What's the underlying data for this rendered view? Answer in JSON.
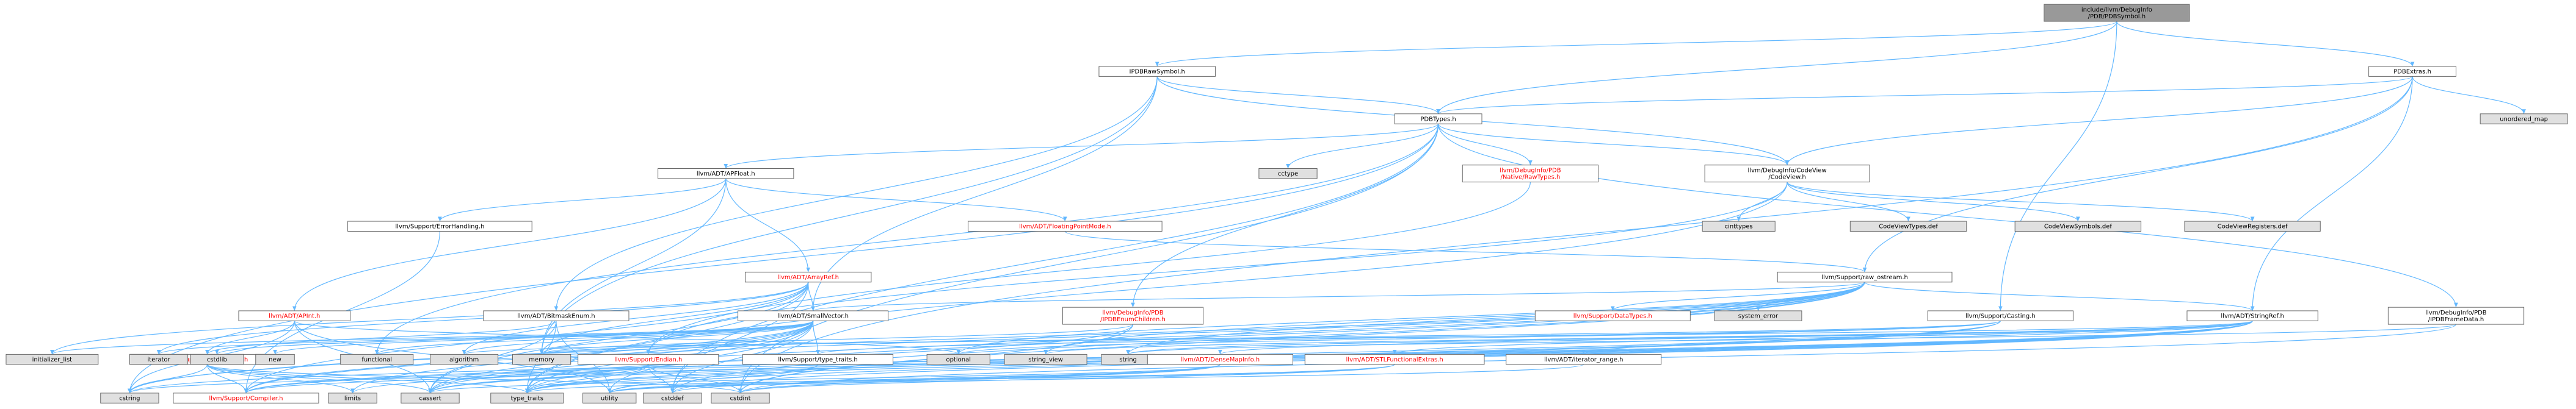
{
  "colors": {
    "edge": "#63b8ff",
    "root_fill": "#999999",
    "normal_fill": "#ffffff",
    "system_fill": "#e0e0e0",
    "red_text": "#ff0000",
    "black_text": "#000000"
  },
  "nodes": [
    {
      "id": "root",
      "label": "include/llvm/DebugInfo\n/PDB/PDBSymbol.h",
      "kind": "root"
    },
    {
      "id": "IPDBRawSymbol",
      "label": "IPDBRawSymbol.h",
      "kind": "normal"
    },
    {
      "id": "PDBExtras",
      "label": "PDBExtras.h",
      "kind": "normal"
    },
    {
      "id": "PDBTypes",
      "label": "PDBTypes.h",
      "kind": "normal"
    },
    {
      "id": "unordered_map",
      "label": "unordered_map",
      "kind": "system"
    },
    {
      "id": "APFloat",
      "label": "llvm/ADT/APFloat.h",
      "kind": "normal"
    },
    {
      "id": "cctype",
      "label": "cctype",
      "kind": "system"
    },
    {
      "id": "NativeRawTypes",
      "label": "llvm/DebugInfo/PDB\n/Native/RawTypes.h",
      "kind": "red"
    },
    {
      "id": "CodeView",
      "label": "llvm/DebugInfo/CodeView\n/CodeView.h",
      "kind": "normal"
    },
    {
      "id": "FloatingPointMode",
      "label": "llvm/ADT/FloatingPointMode.h",
      "kind": "red"
    },
    {
      "id": "cinttypes",
      "label": "cinttypes",
      "kind": "system"
    },
    {
      "id": "CodeViewTypes",
      "label": "CodeViewTypes.def",
      "kind": "system"
    },
    {
      "id": "CodeViewSymbols",
      "label": "CodeViewSymbols.def",
      "kind": "system"
    },
    {
      "id": "CodeViewRegisters",
      "label": "CodeViewRegisters.def",
      "kind": "system"
    },
    {
      "id": "ErrorHandling",
      "label": "llvm/Support/ErrorHandling.h",
      "kind": "normal"
    },
    {
      "id": "ArrayRef",
      "label": "llvm/ADT/ArrayRef.h",
      "kind": "red"
    },
    {
      "id": "raw_ostream",
      "label": "llvm/Support/raw_ostream.h",
      "kind": "normal"
    },
    {
      "id": "APInt",
      "label": "llvm/ADT/APInt.h",
      "kind": "red"
    },
    {
      "id": "BitmaskEnum",
      "label": "llvm/ADT/BitmaskEnum.h",
      "kind": "normal"
    },
    {
      "id": "SmallVector",
      "label": "llvm/ADT/SmallVector.h",
      "kind": "normal"
    },
    {
      "id": "IPDBEnumChildren",
      "label": "llvm/DebugInfo/PDB\n/IPDBEnumChildren.h",
      "kind": "red"
    },
    {
      "id": "DataTypes",
      "label": "llvm/Support/DataTypes.h",
      "kind": "red"
    },
    {
      "id": "system_error",
      "label": "system_error",
      "kind": "system"
    },
    {
      "id": "Casting",
      "label": "llvm/Support/Casting.h",
      "kind": "normal"
    },
    {
      "id": "StringRef",
      "label": "llvm/ADT/StringRef.h",
      "kind": "normal"
    },
    {
      "id": "IPDBFrameData",
      "label": "llvm/DebugInfo/PDB\n/IPDBFrameData.h",
      "kind": "normal"
    },
    {
      "id": "MathExtras",
      "label": "llvm/Support/MathExtras.h",
      "kind": "red"
    },
    {
      "id": "initializer_list",
      "label": "initializer_list",
      "kind": "system"
    },
    {
      "id": "iterator",
      "label": "iterator",
      "kind": "system"
    },
    {
      "id": "cstdlib",
      "label": "cstdlib",
      "kind": "system"
    },
    {
      "id": "new",
      "label": "new",
      "kind": "system"
    },
    {
      "id": "functional",
      "label": "functional",
      "kind": "system"
    },
    {
      "id": "algorithm",
      "label": "algorithm",
      "kind": "system"
    },
    {
      "id": "memory",
      "label": "memory",
      "kind": "system"
    },
    {
      "id": "Endian",
      "label": "llvm/Support/Endian.h",
      "kind": "red"
    },
    {
      "id": "type_traits_h",
      "label": "llvm/Support/type_traits.h",
      "kind": "normal"
    },
    {
      "id": "optional",
      "label": "optional",
      "kind": "system"
    },
    {
      "id": "string_view",
      "label": "string_view",
      "kind": "system"
    },
    {
      "id": "string",
      "label": "string",
      "kind": "system"
    },
    {
      "id": "DenseMapInfo",
      "label": "llvm/ADT/DenseMapInfo.h",
      "kind": "red"
    },
    {
      "id": "STLFunctionalExtras",
      "label": "llvm/ADT/STLFunctionalExtras.h",
      "kind": "red"
    },
    {
      "id": "iterator_range",
      "label": "llvm/ADT/iterator_range.h",
      "kind": "normal"
    },
    {
      "id": "cstring",
      "label": "cstring",
      "kind": "system"
    },
    {
      "id": "Compiler",
      "label": "llvm/Support/Compiler.h",
      "kind": "red"
    },
    {
      "id": "limits",
      "label": "limits",
      "kind": "system"
    },
    {
      "id": "cassert",
      "label": "cassert",
      "kind": "system"
    },
    {
      "id": "type_traits",
      "label": "type_traits",
      "kind": "system"
    },
    {
      "id": "utility",
      "label": "utility",
      "kind": "system"
    },
    {
      "id": "cstddef",
      "label": "cstddef",
      "kind": "system"
    },
    {
      "id": "cstdint",
      "label": "cstdint",
      "kind": "system"
    }
  ],
  "edges": [
    [
      "root",
      "IPDBRawSymbol"
    ],
    [
      "root",
      "PDBExtras"
    ],
    [
      "root",
      "PDBTypes"
    ],
    [
      "root",
      "Casting"
    ],
    [
      "IPDBRawSymbol",
      "PDBTypes"
    ],
    [
      "IPDBRawSymbol",
      "CodeView"
    ],
    [
      "IPDBRawSymbol",
      "BitmaskEnum"
    ],
    [
      "IPDBRawSymbol",
      "SmallVector"
    ],
    [
      "IPDBRawSymbol",
      "memory"
    ],
    [
      "PDBExtras",
      "PDBTypes"
    ],
    [
      "PDBExtras",
      "CodeView"
    ],
    [
      "PDBExtras",
      "raw_ostream"
    ],
    [
      "PDBExtras",
      "StringRef"
    ],
    [
      "PDBExtras",
      "unordered_map"
    ],
    [
      "PDBExtras",
      "cstdint"
    ],
    [
      "PDBTypes",
      "APFloat"
    ],
    [
      "PDBTypes",
      "cctype"
    ],
    [
      "PDBTypes",
      "NativeRawTypes"
    ],
    [
      "PDBTypes",
      "CodeView"
    ],
    [
      "PDBTypes",
      "IPDBEnumChildren"
    ],
    [
      "PDBTypes",
      "IPDBFrameData"
    ],
    [
      "PDBTypes",
      "cstddef"
    ],
    [
      "PDBTypes",
      "cstdint"
    ],
    [
      "PDBTypes",
      "cstring"
    ],
    [
      "PDBTypes",
      "functional"
    ],
    [
      "CodeView",
      "cinttypes"
    ],
    [
      "CodeView",
      "CodeViewTypes"
    ],
    [
      "CodeView",
      "CodeViewSymbols"
    ],
    [
      "CodeView",
      "CodeViewRegisters"
    ],
    [
      "CodeView",
      "Endian"
    ],
    [
      "CodeView",
      "type_traits"
    ],
    [
      "NativeRawTypes",
      "Endian"
    ],
    [
      "APFloat",
      "APInt"
    ],
    [
      "APFloat",
      "ArrayRef"
    ],
    [
      "APFloat",
      "FloatingPointMode"
    ],
    [
      "APFloat",
      "ErrorHandling"
    ],
    [
      "APFloat",
      "memory"
    ],
    [
      "FloatingPointMode",
      "raw_ostream"
    ],
    [
      "ArrayRef",
      "Compiler"
    ],
    [
      "ArrayRef",
      "SmallVector"
    ],
    [
      "ArrayRef",
      "algorithm"
    ],
    [
      "ArrayRef",
      "array_dummy"
    ],
    [
      "ArrayRef",
      "cassert"
    ],
    [
      "ArrayRef",
      "cstddef"
    ],
    [
      "ArrayRef",
      "initializer_list"
    ],
    [
      "ArrayRef",
      "iterator"
    ],
    [
      "ArrayRef",
      "memory"
    ],
    [
      "ArrayRef",
      "type_traits"
    ],
    [
      "ArrayRef",
      "vector_dummy"
    ],
    [
      "ErrorHandling",
      "Compiler"
    ],
    [
      "raw_ostream",
      "Compiler"
    ],
    [
      "raw_ostream",
      "DataTypes"
    ],
    [
      "raw_ostream",
      "SmallVector"
    ],
    [
      "raw_ostream",
      "StringRef"
    ],
    [
      "raw_ostream",
      "cassert"
    ],
    [
      "raw_ostream",
      "cstddef"
    ],
    [
      "raw_ostream",
      "cstdint"
    ],
    [
      "raw_ostream",
      "cstring"
    ],
    [
      "raw_ostream",
      "optional"
    ],
    [
      "raw_ostream",
      "string"
    ],
    [
      "raw_ostream",
      "string_view"
    ],
    [
      "raw_ostream",
      "system_error"
    ],
    [
      "raw_ostream",
      "type_traits"
    ],
    [
      "APInt",
      "MathExtras"
    ],
    [
      "APInt",
      "cassert"
    ],
    [
      "APInt",
      "climits_dummy"
    ],
    [
      "APInt",
      "cstring"
    ],
    [
      "APInt",
      "optional"
    ],
    [
      "APInt",
      "utility"
    ],
    [
      "BitmaskEnum",
      "MathExtras"
    ],
    [
      "BitmaskEnum",
      "cassert"
    ],
    [
      "BitmaskEnum",
      "type_traits"
    ],
    [
      "BitmaskEnum",
      "utility"
    ],
    [
      "SmallVector",
      "Compiler"
    ],
    [
      "SmallVector",
      "type_traits_h"
    ],
    [
      "SmallVector",
      "algorithm"
    ],
    [
      "SmallVector",
      "cassert"
    ],
    [
      "SmallVector",
      "cstddef"
    ],
    [
      "SmallVector",
      "cstdlib"
    ],
    [
      "SmallVector",
      "cstring"
    ],
    [
      "SmallVector",
      "functional"
    ],
    [
      "SmallVector",
      "initializer_list"
    ],
    [
      "SmallVector",
      "iterator"
    ],
    [
      "SmallVector",
      "limits"
    ],
    [
      "SmallVector",
      "memory"
    ],
    [
      "SmallVector",
      "new"
    ],
    [
      "SmallVector",
      "type_traits"
    ],
    [
      "SmallVector",
      "utility"
    ],
    [
      "IPDBEnumChildren",
      "cassert"
    ],
    [
      "IPDBEnumChildren",
      "cstdint"
    ],
    [
      "IPDBEnumChildren",
      "memory"
    ],
    [
      "Casting",
      "Compiler"
    ],
    [
      "Casting",
      "type_traits_h"
    ],
    [
      "Casting",
      "cassert"
    ],
    [
      "Casting",
      "memory"
    ],
    [
      "Casting",
      "optional"
    ],
    [
      "Casting",
      "type_traits"
    ],
    [
      "StringRef",
      "DenseMapInfo"
    ],
    [
      "StringRef",
      "STLFunctionalExtras"
    ],
    [
      "StringRef",
      "iterator_range"
    ],
    [
      "StringRef",
      "Compiler"
    ],
    [
      "StringRef",
      "algorithm"
    ],
    [
      "StringRef",
      "cassert"
    ],
    [
      "StringRef",
      "cstddef"
    ],
    [
      "StringRef",
      "cstring"
    ],
    [
      "StringRef",
      "limits"
    ],
    [
      "StringRef",
      "string"
    ],
    [
      "StringRef",
      "string_view"
    ],
    [
      "StringRef",
      "type_traits"
    ],
    [
      "StringRef",
      "utility"
    ],
    [
      "IPDBFrameData",
      "cstdint"
    ],
    [
      "IPDBFrameData",
      "string"
    ],
    [
      "MathExtras",
      "Compiler"
    ],
    [
      "MathExtras",
      "cassert"
    ],
    [
      "MathExtras",
      "climits_dummy"
    ],
    [
      "MathExtras",
      "cstdint"
    ],
    [
      "MathExtras",
      "cstring"
    ],
    [
      "MathExtras",
      "limits"
    ],
    [
      "MathExtras",
      "type_traits"
    ],
    [
      "Endian",
      "Compiler"
    ],
    [
      "Endian",
      "cassert"
    ],
    [
      "Endian",
      "cstddef"
    ],
    [
      "Endian",
      "cstdint"
    ],
    [
      "Endian",
      "cstring"
    ],
    [
      "Endian",
      "type_traits"
    ],
    [
      "type_traits_h",
      "type_traits"
    ],
    [
      "type_traits_h",
      "utility"
    ],
    [
      "DenseMapInfo",
      "cassert"
    ],
    [
      "DenseMapInfo",
      "cstddef"
    ],
    [
      "DenseMapInfo",
      "cstdint"
    ],
    [
      "DenseMapInfo",
      "tuple_dummy"
    ],
    [
      "DenseMapInfo",
      "utility"
    ],
    [
      "STLFunctionalExtras",
      "cstdint"
    ],
    [
      "STLFunctionalExtras",
      "type_traits"
    ],
    [
      "STLFunctionalExtras",
      "utility"
    ],
    [
      "iterator_range",
      "utility"
    ]
  ]
}
